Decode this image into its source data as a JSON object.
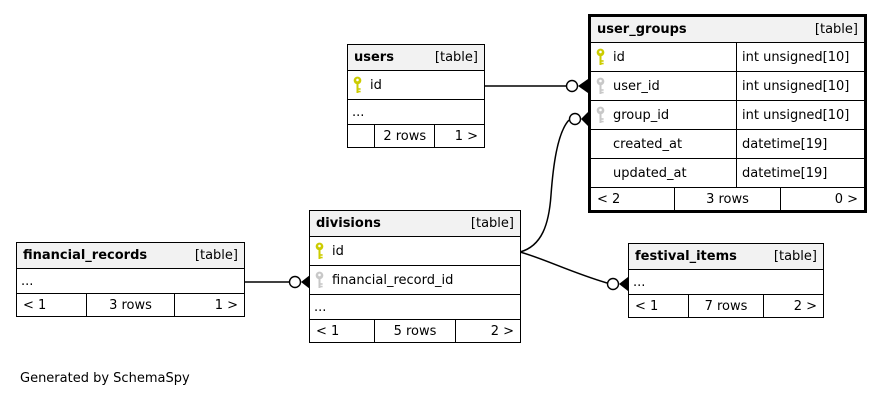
{
  "diagram": {
    "generator_note": "Generated by SchemaSpy"
  },
  "colors": {
    "primary_key_icon": "#cccc00",
    "foreign_key_icon": "#c8c8c8",
    "table_header_bg": "#f2f2f2",
    "border": "#000000",
    "background": "#ffffff"
  },
  "tables": {
    "users": {
      "title": "users",
      "type_label": "[table]",
      "columns": [
        {
          "name": "id",
          "key": "primary"
        },
        {
          "name": "...",
          "key": null
        }
      ],
      "footer": {
        "left": "",
        "center": "2 rows",
        "right": "1 >"
      }
    },
    "user_groups": {
      "title": "user_groups",
      "type_label": "[table]",
      "columns": [
        {
          "name": "id",
          "key": "primary",
          "type": "int unsigned[10]"
        },
        {
          "name": "user_id",
          "key": "foreign",
          "type": "int unsigned[10]"
        },
        {
          "name": "group_id",
          "key": "foreign",
          "type": "int unsigned[10]"
        },
        {
          "name": "created_at",
          "key": null,
          "type": "datetime[19]"
        },
        {
          "name": "updated_at",
          "key": null,
          "type": "datetime[19]"
        }
      ],
      "footer": {
        "left": "< 2",
        "center": "3 rows",
        "right": "0 >"
      }
    },
    "divisions": {
      "title": "divisions",
      "type_label": "[table]",
      "columns": [
        {
          "name": "id",
          "key": "primary"
        },
        {
          "name": "financial_record_id",
          "key": "foreign"
        },
        {
          "name": "...",
          "key": null
        }
      ],
      "footer": {
        "left": "< 1",
        "center": "5 rows",
        "right": "2 >"
      }
    },
    "financial_records": {
      "title": "financial_records",
      "type_label": "[table]",
      "columns": [
        {
          "name": "...",
          "key": null
        }
      ],
      "footer": {
        "left": "< 1",
        "center": "3 rows",
        "right": "1 >"
      }
    },
    "festival_items": {
      "title": "festival_items",
      "type_label": "[table]",
      "columns": [
        {
          "name": "...",
          "key": null
        }
      ],
      "footer": {
        "left": "< 1",
        "center": "7 rows",
        "right": "2 >"
      }
    }
  },
  "relationships": [
    {
      "from": "users.id",
      "to": "user_groups.user_id"
    },
    {
      "from": "divisions.id",
      "to": "user_groups.group_id"
    },
    {
      "from": "financial_records",
      "to": "divisions.financial_record_id"
    },
    {
      "from": "divisions.id",
      "to": "festival_items"
    }
  ]
}
